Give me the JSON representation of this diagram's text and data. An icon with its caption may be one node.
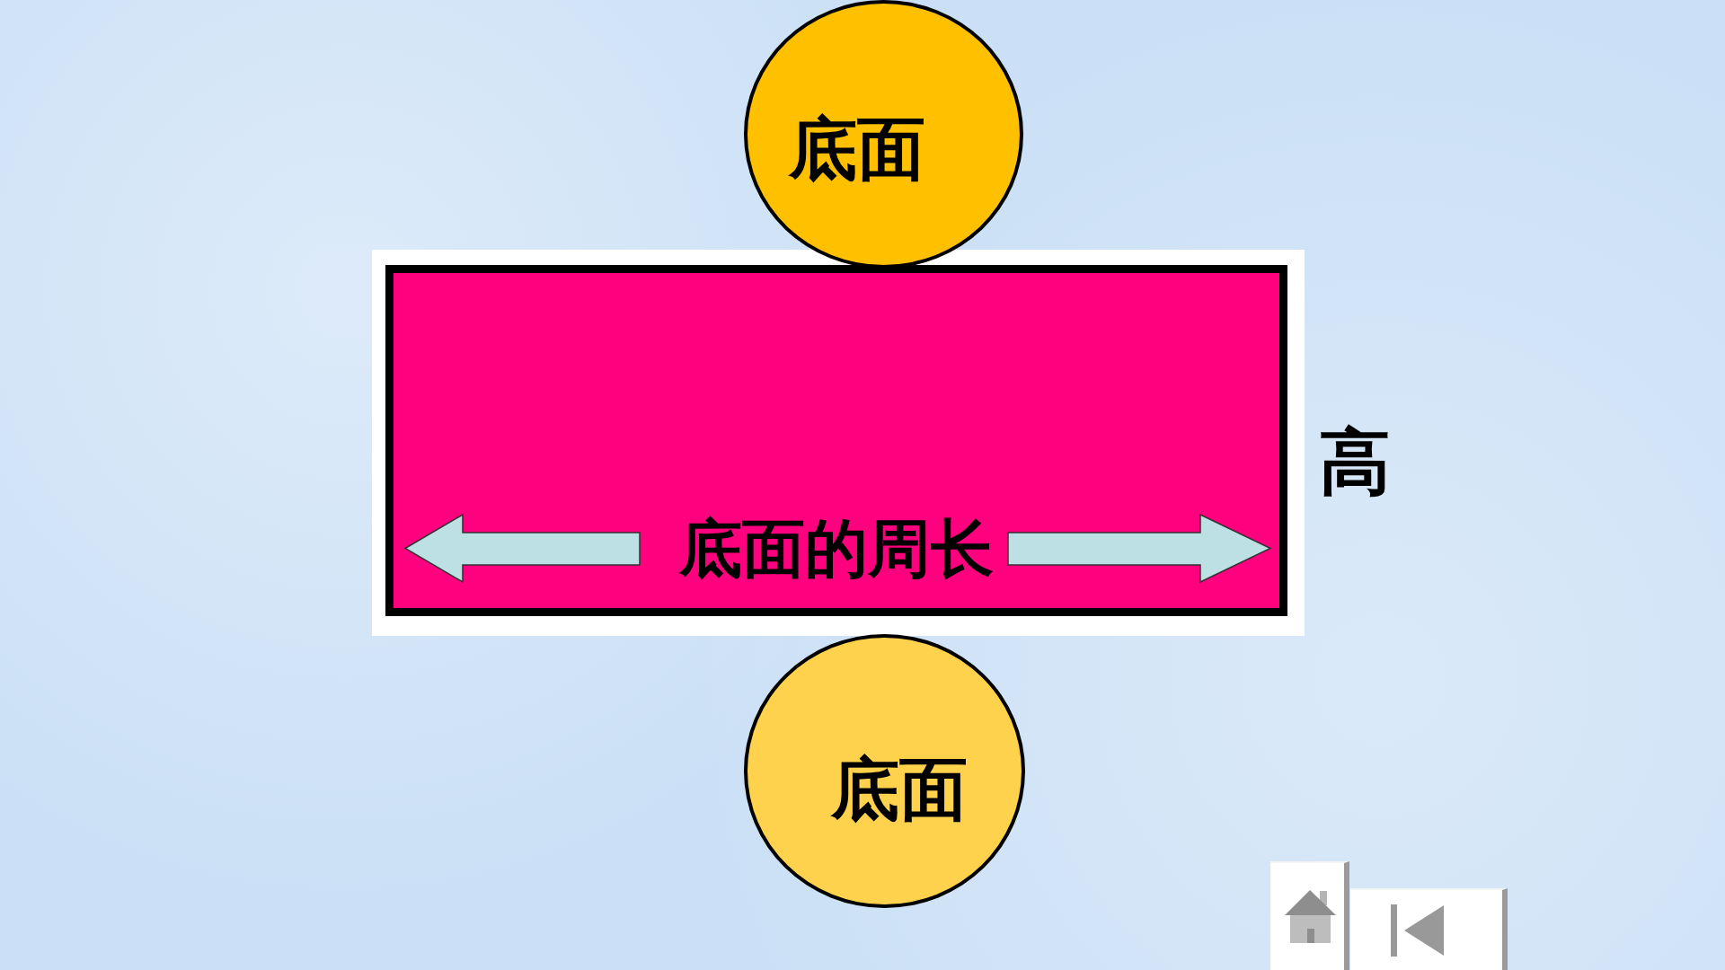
{
  "diagram": {
    "nodes": [
      {
        "text": [
          "底面"
        ]
      },
      {
        "text": [
          "底面的周长"
        ],
        "beside": [
          "高"
        ]
      },
      {
        "text": [
          "底面"
        ]
      }
    ]
  }
}
